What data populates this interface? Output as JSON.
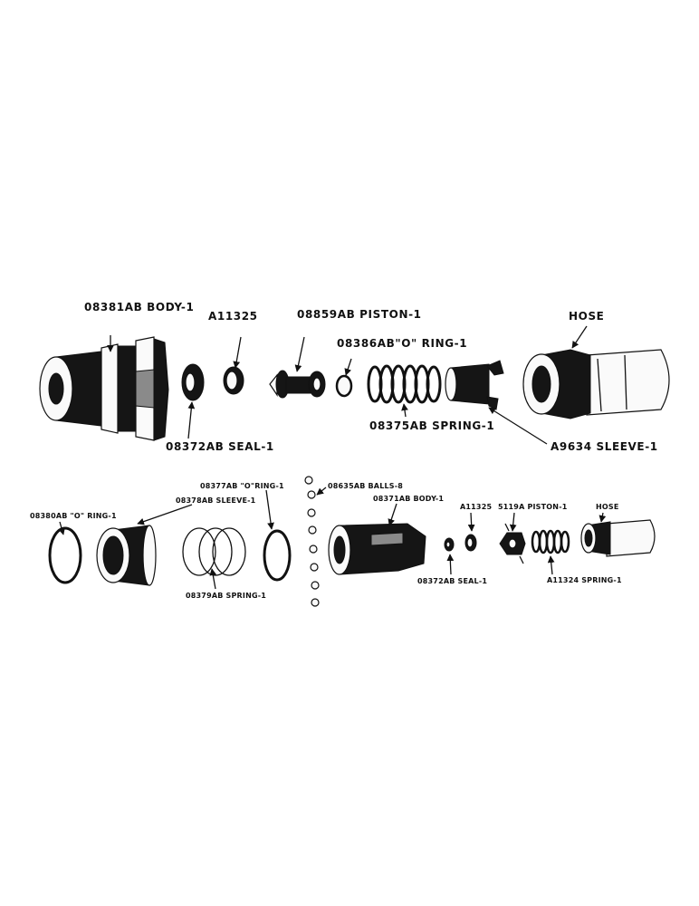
{
  "labels": {
    "body_top": "08381AB BODY-1",
    "a11325_top": "A11325",
    "piston_top": "08859AB PISTON-1",
    "oring_top": "08386AB\"O\" RING-1",
    "hose_top": "HOSE",
    "seal_top": "08372AB SEAL-1",
    "spring_top": "08375AB SPRING-1",
    "sleeve_top": "A9634 SLEEVE-1",
    "oring_377": "08377AB \"O\"RING-1",
    "balls": "08635AB BALLS-8",
    "sleeve_378": "08378AB SLEEVE-1",
    "oring_380": "08380AB \"O\" RING-1",
    "body_371": "08371AB BODY-1",
    "a11325_bottom": "A11325",
    "piston_5119": "5119A PISTON-1",
    "hose_bottom": "HOSE",
    "spring_379": "08379AB SPRING-1",
    "seal_bottom": "08372AB SEAL-1",
    "spring_a11324": "A11324  SPRING-1"
  }
}
